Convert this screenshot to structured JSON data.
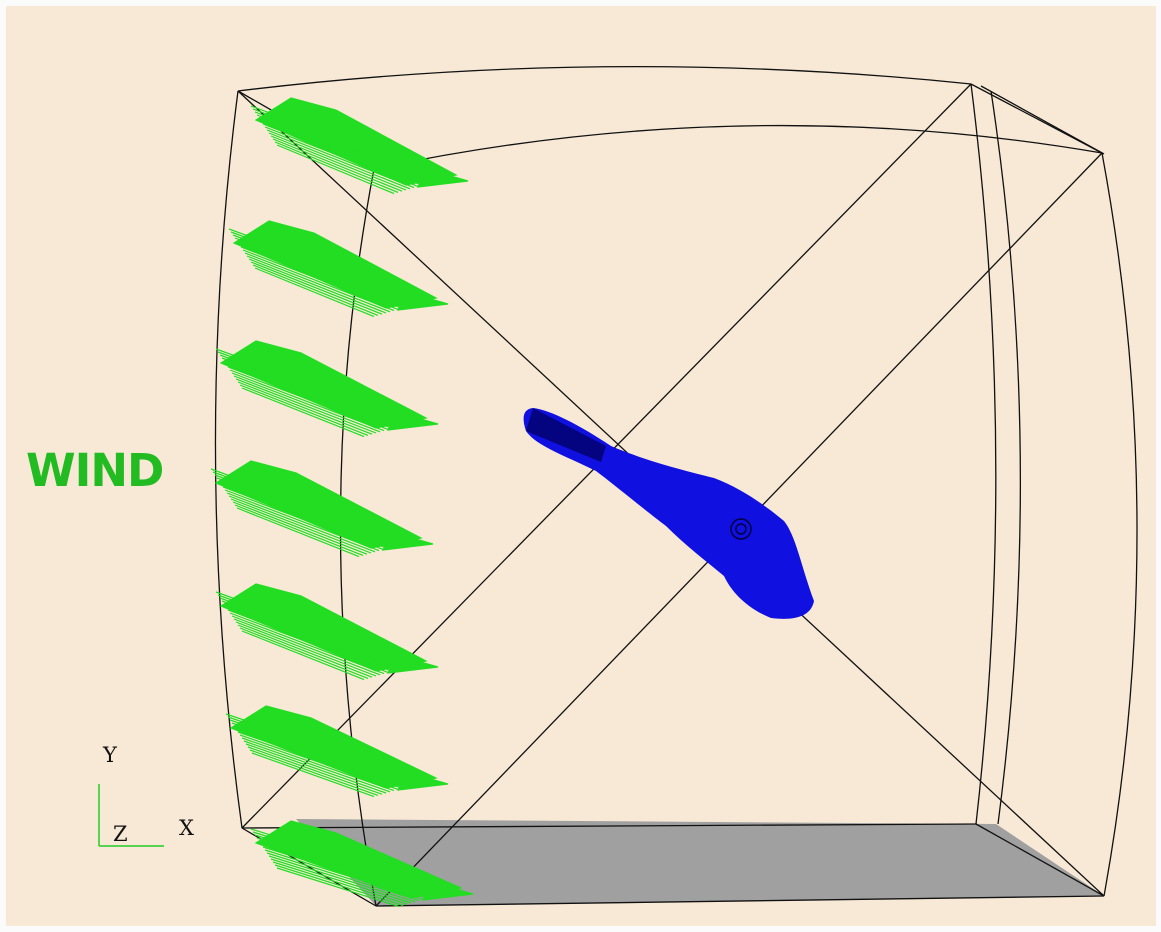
{
  "wind_label": "WIND",
  "axes": {
    "y_label": "Y",
    "z_label": "Z",
    "x_label": "X"
  },
  "colors": {
    "background": "#f7e9d6",
    "wireframe": "#111111",
    "wind_arrows": "#22dd22",
    "wind_text": "#22bb22",
    "wind_turbine": "#1010e0",
    "ground": "#a0a0a0",
    "triad": "#22cc22"
  },
  "icons": [
    "wind-vector-icon",
    "turbine-blade-icon",
    "coordinate-triad-icon"
  ]
}
